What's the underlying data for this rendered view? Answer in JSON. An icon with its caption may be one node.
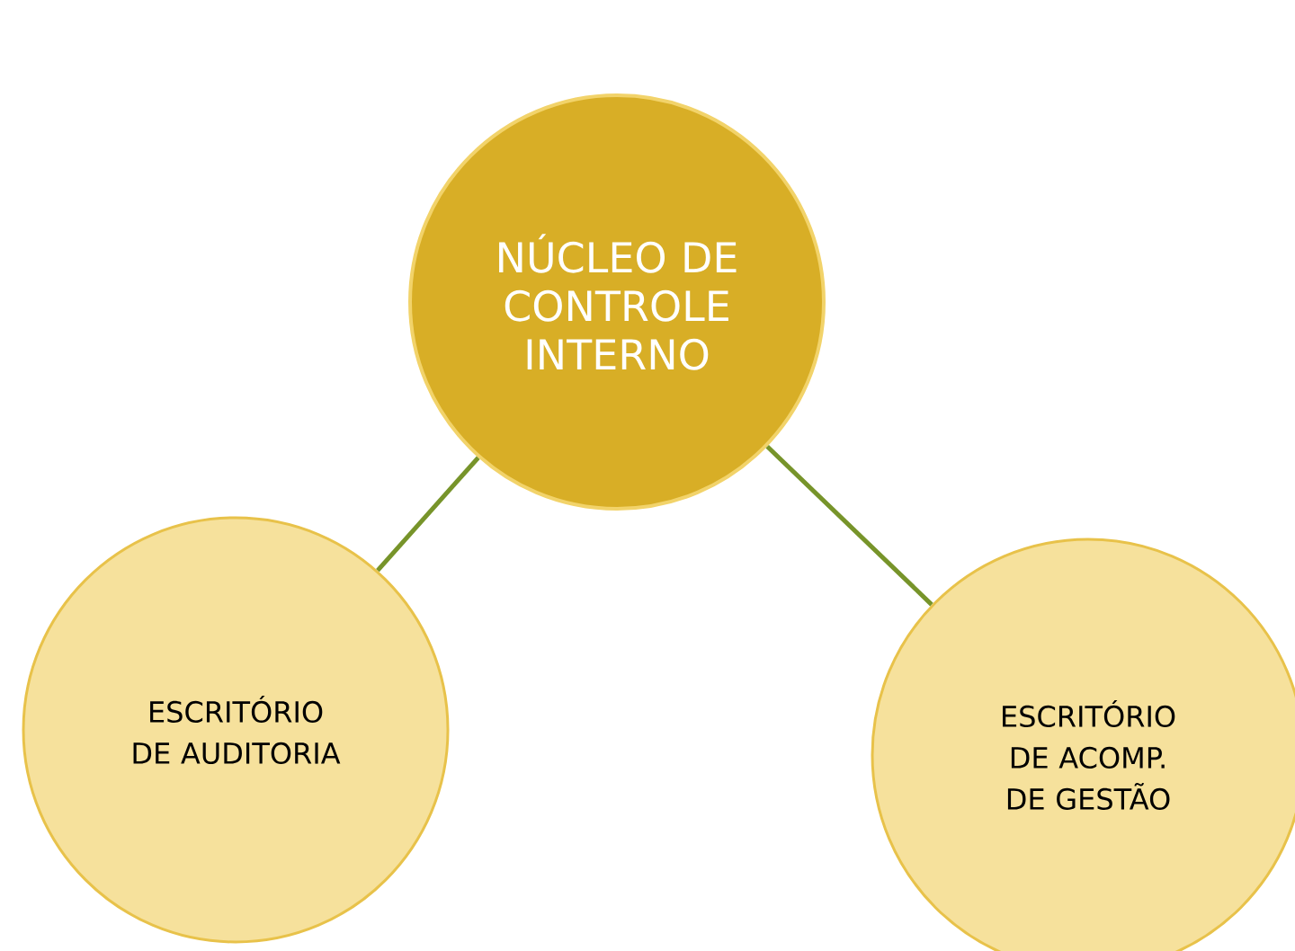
{
  "diagram": {
    "nodes": [
      {
        "text": [
          "NÚCLEO DE CONTROLE INTERNO"
        ]
      },
      {
        "text": [
          "ESCRITÓRIO DE AUDITORIA"
        ]
      },
      {
        "text": [
          "ESCRITÓRIO DE ACOMP. DE GESTÃO"
        ]
      }
    ],
    "edges": [
      {
        "from": 0,
        "to": 1,
        "arrow": "none"
      },
      {
        "from": 0,
        "to": 2,
        "arrow": "none"
      }
    ]
  }
}
